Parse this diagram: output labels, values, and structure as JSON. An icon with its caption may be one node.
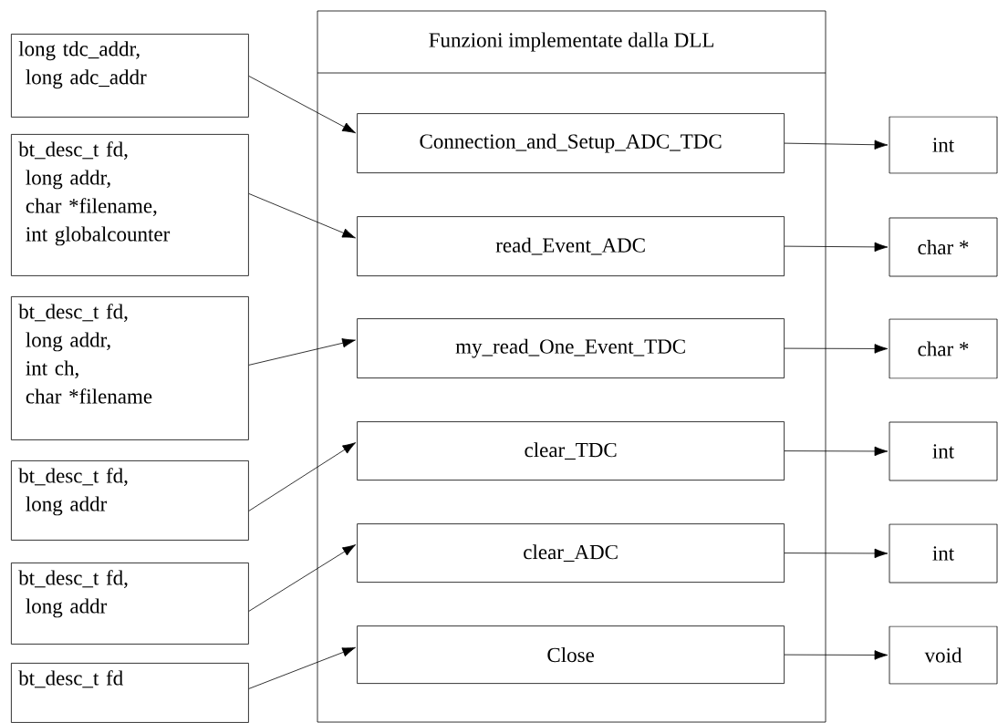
{
  "diagram": {
    "nodes": [
      {
        "text": [
          "Funzioni implementate dalla DLL"
        ]
      },
      {
        "text": [
          "Connection_and_Setup_ADC_TDC"
        ],
        "in": 0
      },
      {
        "text": [
          "read_Event_ADC"
        ],
        "in": 0
      },
      {
        "text": [
          "my_read_One_Event_TDC"
        ],
        "in": 0
      },
      {
        "text": [
          "clear_TDC"
        ],
        "in": 0
      },
      {
        "text": [
          "clear_ADC"
        ],
        "in": 0
      },
      {
        "text": [
          "Close"
        ],
        "in": 0
      },
      {
        "text": [
          "long tdc_addr, long adc_addr"
        ]
      },
      {
        "text": [
          "bt_desc_t fd, long addr, char *filename, int globalcounter"
        ]
      },
      {
        "text": [
          "bt_desc_t fd, long addr, int ch, char *filename"
        ]
      },
      {
        "text": [
          "bt_desc_t fd, long addr"
        ]
      },
      {
        "text": [
          "bt_desc_t fd, long addr"
        ]
      },
      {
        "text": [
          "bt_desc_t fd"
        ]
      },
      {
        "text": [
          "int"
        ]
      },
      {
        "text": [
          "char *"
        ]
      },
      {
        "text": [
          "char *"
        ]
      },
      {
        "text": [
          "int"
        ]
      },
      {
        "text": [
          "int"
        ]
      },
      {
        "text": [
          "void"
        ]
      }
    ],
    "edges": [
      {
        "from": 7,
        "to": 1,
        "arrow": "to"
      },
      {
        "from": 8,
        "to": 2,
        "arrow": "to"
      },
      {
        "from": 9,
        "to": 3,
        "arrow": "to"
      },
      {
        "from": 10,
        "to": 4,
        "arrow": "to"
      },
      {
        "from": 11,
        "to": 5,
        "arrow": "to"
      },
      {
        "from": 12,
        "to": 6,
        "arrow": "to"
      },
      {
        "from": 1,
        "to": 13,
        "arrow": "to"
      },
      {
        "from": 2,
        "to": 14,
        "arrow": "to"
      },
      {
        "from": 3,
        "to": 15,
        "arrow": "to"
      },
      {
        "from": 4,
        "to": 16,
        "arrow": "to"
      },
      {
        "from": 5,
        "to": 17,
        "arrow": "to"
      },
      {
        "from": 6,
        "to": 18,
        "arrow": "to"
      }
    ]
  }
}
